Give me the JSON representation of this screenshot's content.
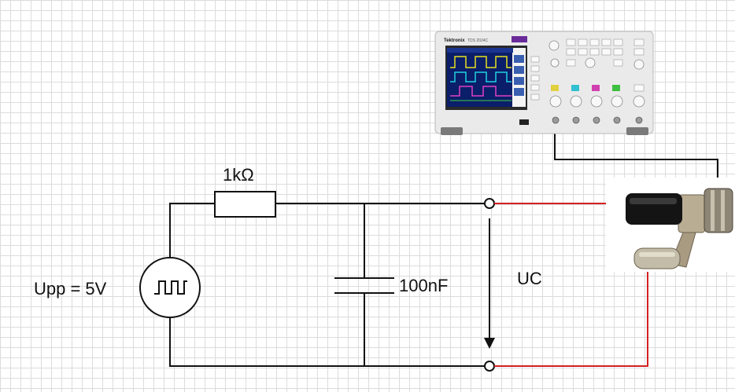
{
  "labels": {
    "resistor": "1kΩ",
    "capacitor": "100nF",
    "source": "Upp = 5V",
    "measurement": "UC"
  },
  "oscilloscope": {
    "brand": "Tektronix",
    "model": "TDS 2024C"
  },
  "colors": {
    "wire": "#111111",
    "probe_wire": "#d42020",
    "trace_yellow": "#e8e020",
    "trace_cyan": "#20d0e0",
    "trace_magenta": "#e040c0",
    "trace_green": "#40d040"
  },
  "icons": {
    "source": "square-wave-source-icon",
    "probe": "bnc-probe-adapter-icon"
  }
}
